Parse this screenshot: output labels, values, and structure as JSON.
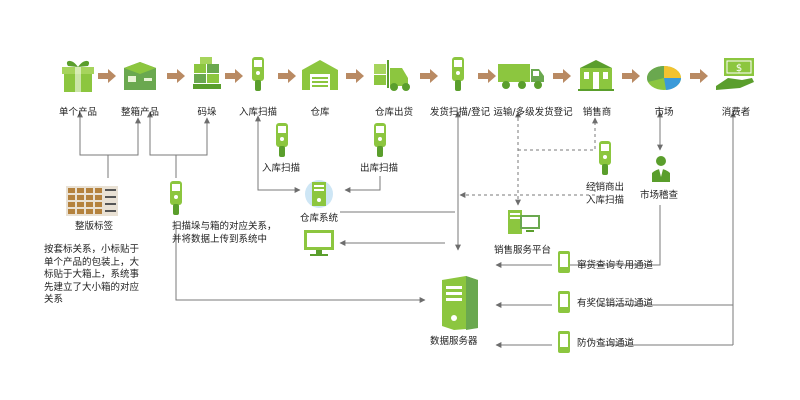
{
  "steps": [
    {
      "label": "单个产品",
      "icon": "gift-box-icon"
    },
    {
      "label": "整箱产品",
      "icon": "carton-box-icon"
    },
    {
      "label": "码垛",
      "icon": "pallet-stack-icon"
    },
    {
      "label": "入库扫描",
      "icon": "handheld-scanner-icon"
    },
    {
      "label": "仓库",
      "icon": "warehouse-icon"
    },
    {
      "label": "仓库出货",
      "icon": "forklift-icon"
    },
    {
      "label": "发货扫描/登记",
      "icon": "handheld-scanner-icon"
    },
    {
      "label": "运输/多级发货登记",
      "icon": "truck-icon"
    },
    {
      "label": "销售商",
      "icon": "storefront-icon"
    },
    {
      "label": "市场",
      "icon": "pie-chart-icon"
    },
    {
      "label": "消费者",
      "icon": "cash-in-hand-icon"
    }
  ],
  "sublabels": {
    "inbound_scan": "入库扫描",
    "outbound_scan": "出库扫描",
    "dealer_scan": [
      "经销商出",
      "入库扫描"
    ],
    "market_check": "市场稽查",
    "sheet_label": "整版标签",
    "sheet_note": [
      "按套标关系，小标贴于",
      "单个产品的包装上，大",
      "标贴于大箱上，系统事",
      "先建立了大小箱的对应",
      "关系"
    ],
    "scan_note": [
      "扫描垛与箱的对应关系，",
      "并将数据上传到系统中"
    ],
    "warehouse_system": "仓库系统",
    "sales_platform": "销售服务平台",
    "data_server": "数据服务器"
  },
  "channels": [
    {
      "label": "窜货查询专用通道",
      "icon": "mobile-phone-icon"
    },
    {
      "label": "有奖促销活动通道",
      "icon": "mobile-phone-icon"
    },
    {
      "label": "防伪查询通道",
      "icon": "mobile-phone-icon"
    }
  ],
  "colors": {
    "icon_green": "#8cc63f",
    "icon_dark_green": "#5a9e2c",
    "arrow_brown": "#b98a63",
    "line_gray": "#7a7a7a"
  }
}
